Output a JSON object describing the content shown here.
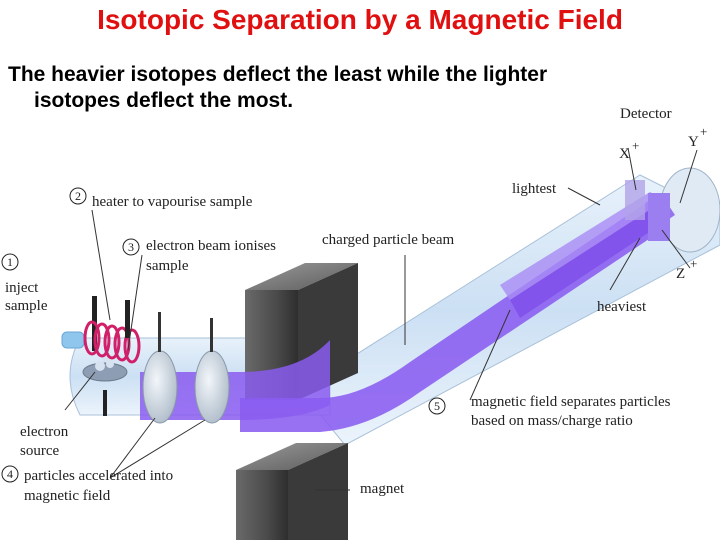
{
  "title": "Isotopic Separation by a Magnetic Field",
  "subtitle": {
    "line1": "The heavier isotopes deflect the least while the lighter",
    "line2": "isotopes deflect the most."
  },
  "labels": {
    "detector": "Detector",
    "x": "X",
    "y": "Y",
    "z": "Z",
    "plus": "+",
    "lightest": "lightest",
    "heaviest": "heaviest",
    "charged_particle_beam": "charged particle beam",
    "step1_num": "1",
    "step1_line1": "inject",
    "step1_line2": "sample",
    "step2_num": "2",
    "step2_text": "heater to vapourise sample",
    "step3_num": "3",
    "step3_line1": "electron beam ionises",
    "step3_line2": "sample",
    "step4_num": "4",
    "step4_line1": "particles accelerated into",
    "step4_line2": "magnetic field",
    "step5_num": "5",
    "step5_line1": "magnetic field separates particles",
    "step5_line2": "based on mass/charge ratio",
    "electron_source_line1": "electron",
    "electron_source_line2": "source",
    "magnet": "magnet"
  },
  "colors": {
    "title": "#e01010",
    "beam": "#8a5cf0",
    "tube": "#cfe3f7",
    "magnet": "#555555",
    "coil": "#d0206a"
  }
}
